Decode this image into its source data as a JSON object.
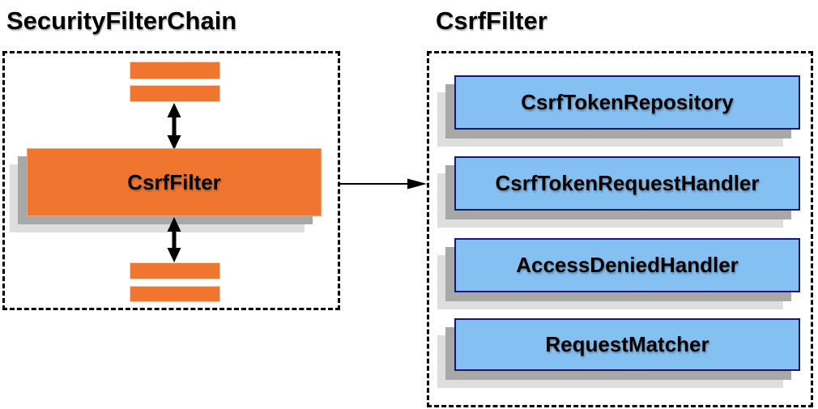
{
  "left": {
    "title": "SecurityFilterChain",
    "filter_label": "CsrfFilter"
  },
  "right": {
    "title": "CsrfFilter",
    "components": [
      "CsrfTokenRepository",
      "CsrfTokenRequestHandler",
      "AccessDeniedHandler",
      "RequestMatcher"
    ]
  },
  "colors": {
    "background": "#ffffff",
    "orange": "#f0762f",
    "blue_fill": "#85c0f2",
    "blue_border": "#16167e",
    "shadow_dark": "#a8a8a8",
    "shadow_light": "#dedede",
    "dash_border": "#000000",
    "arrow": "#000000",
    "title_text": "#000000",
    "box_text": "#000000"
  }
}
